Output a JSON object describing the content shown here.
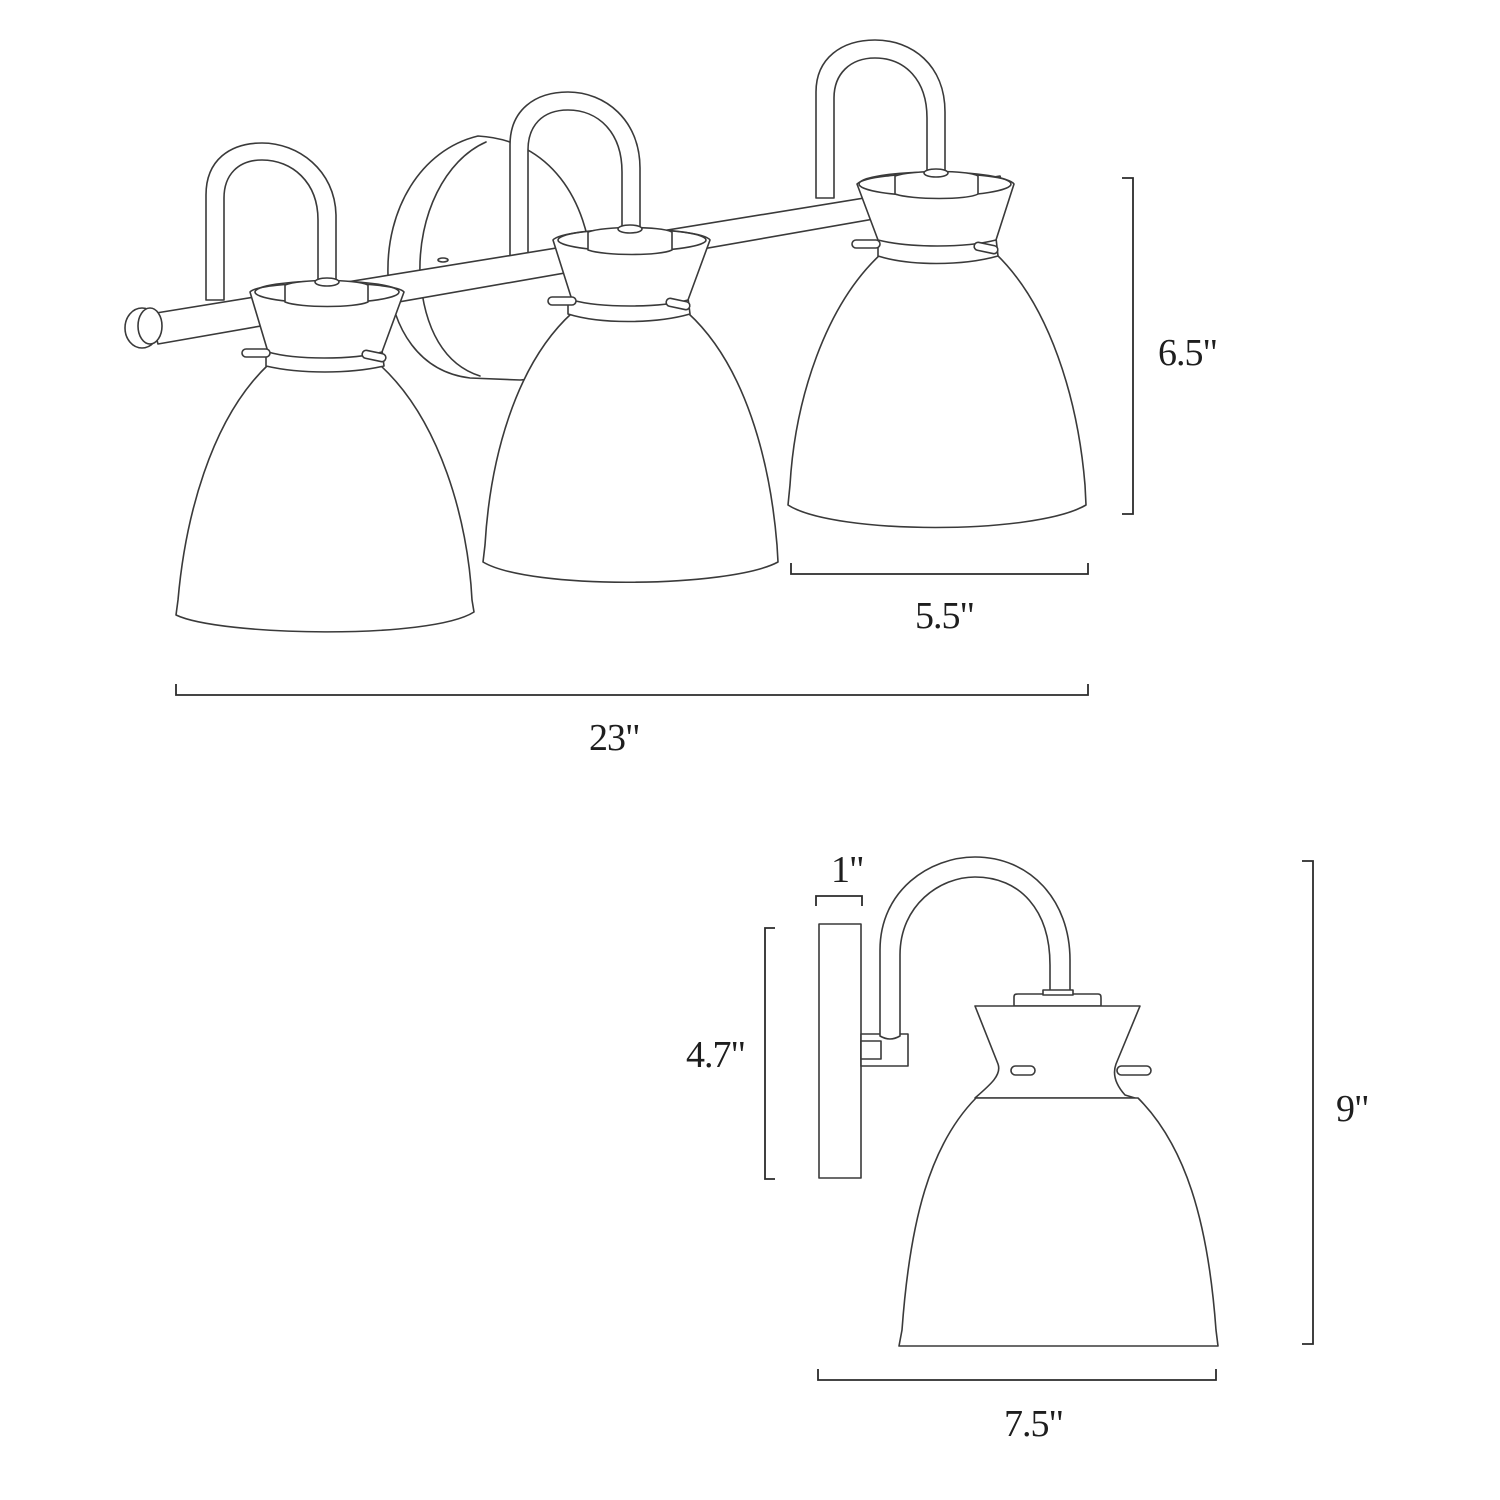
{
  "diagram": {
    "type": "product-dimension-drawing",
    "subject": "3-light vanity fixture with bell-shaped shades",
    "line_color": "#3a3a3a",
    "background": "#ffffff",
    "front_view": {
      "light_count": 3,
      "dimensions": {
        "overall_width": "23\"",
        "shade_width": "5.5\"",
        "shade_height": "6.5\""
      }
    },
    "side_view": {
      "dimensions": {
        "backplate_depth": "1\"",
        "backplate_height": "4.7\"",
        "overall_height": "9\"",
        "overall_extension": "7.5\""
      }
    }
  }
}
